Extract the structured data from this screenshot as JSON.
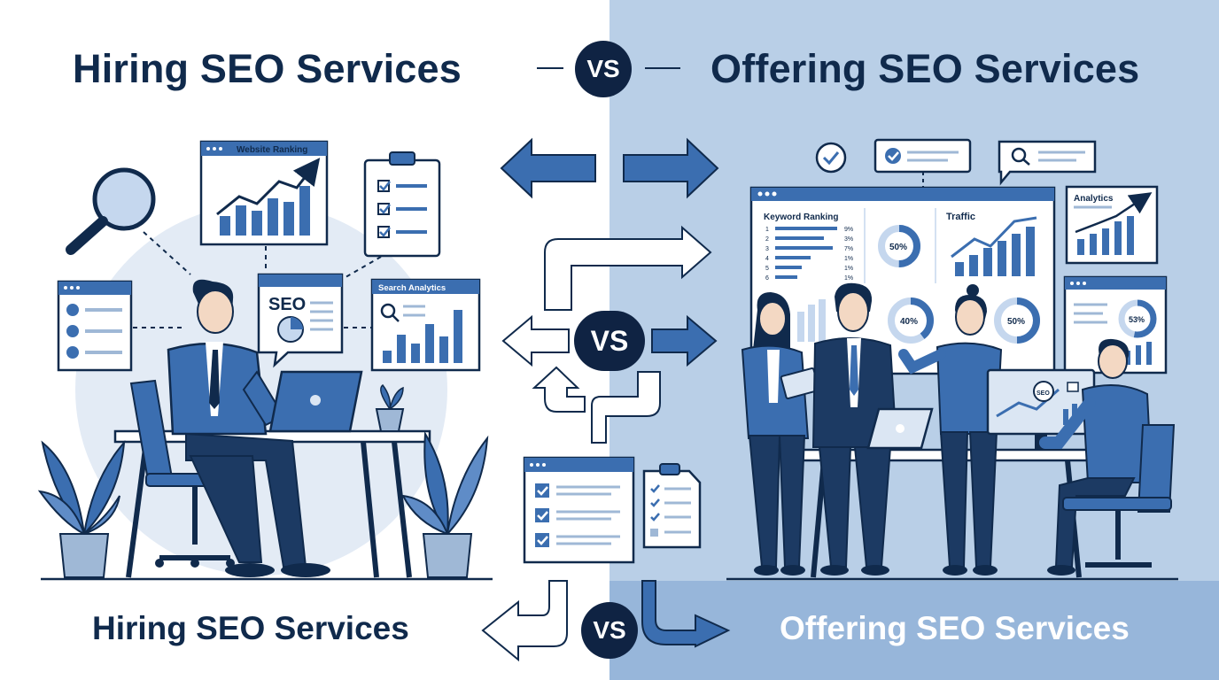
{
  "header": {
    "left_title": "Hiring SEO Services",
    "vs": "VS",
    "right_title": "Offering SEO Services"
  },
  "center": {
    "vs": "VS"
  },
  "footer": {
    "left_title": "Hiring SEO Services",
    "vs": "VS",
    "right_title": "Offering SEO Services"
  },
  "left_scene": {
    "website_ranking_label": "Website Ranking",
    "seo_label": "SEO",
    "search_analytics_label": "Search Analytics"
  },
  "right_scene": {
    "keyword_ranking_label": "Keyword Ranking",
    "keyword_rows": [
      {
        "rank": "1",
        "pct": "9%"
      },
      {
        "rank": "2",
        "pct": "3%"
      },
      {
        "rank": "3",
        "pct": "7%"
      },
      {
        "rank": "4",
        "pct": "1%"
      },
      {
        "rank": "5",
        "pct": "1%"
      },
      {
        "rank": "6",
        "pct": "1%"
      }
    ],
    "traffic_label": "Traffic",
    "analytics_label": "Analytics",
    "donut_top": "50%",
    "donut_mid_left": "40%",
    "donut_mid_right": "50%",
    "donut_side": "53%",
    "laptop_seo_label": "SEO"
  },
  "colors": {
    "navy": "#102a4c",
    "blue": "#3b6eb0",
    "light_blue_bg": "#b9cfe7",
    "band_blue": "#97b6da"
  }
}
